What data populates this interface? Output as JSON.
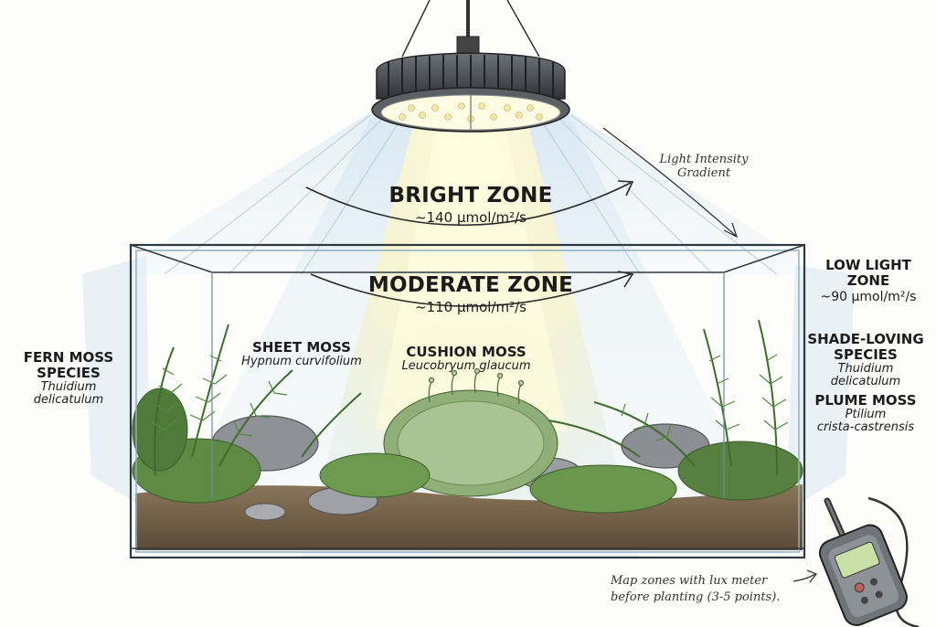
{
  "zones": {
    "bright": {
      "title": "BRIGHT ZONE",
      "value": "~140 µmol/m²/s"
    },
    "moderate": {
      "title": "MODERATE ZONE",
      "value": "~110 µmol/m²/s"
    },
    "low": {
      "title_line1": "LOW LIGHT",
      "title_line2": "ZONE",
      "value": "~90 µmol/m²/s"
    }
  },
  "gradient_label": {
    "line1": "Light Intensity",
    "line2": "Gradient"
  },
  "species": {
    "fern_moss": {
      "name_line1": "FERN MOSS",
      "name_line2": "SPECIES",
      "sci_line1": "Thuidium",
      "sci_line2": "delicatulum"
    },
    "sheet_moss": {
      "name": "SHEET MOSS",
      "sci": "Hypnum curvifolium"
    },
    "cushion_moss": {
      "name": "CUSHION MOSS",
      "sci": "Leucobryum glaucum"
    },
    "shade_loving": {
      "name_line1": "SHADE-LOVING",
      "name_line2": "SPECIES",
      "sci_line1": "Thuidium",
      "sci_line2": "delicatulum"
    },
    "plume_moss": {
      "name": "PLUME MOSS",
      "sci_line1": "Ptilium",
      "sci_line2": "crista-castrensis"
    }
  },
  "note": {
    "line1": "Map zones with lux meter",
    "line2": "before planting (3-5 points)."
  },
  "icons": [
    "grow-light-icon",
    "lux-meter-icon"
  ],
  "colors": {
    "glass": "#8fb0c0",
    "moss": "#5e8a45",
    "soil": "#6b5a45",
    "beam": "#fff6c4",
    "cool_beam": "#cfe2ef"
  }
}
